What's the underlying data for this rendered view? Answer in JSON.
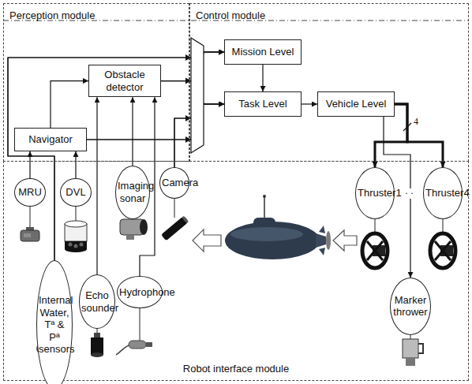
{
  "diagram": {
    "nodes": [
      {
        "text": [
          "Perception module"
        ]
      },
      {
        "text": [
          "Navigator"
        ],
        "in": 0
      },
      {
        "text": [
          "Obstacle detector"
        ],
        "in": 0
      },
      {
        "text": [
          "Control module"
        ]
      },
      {
        "text": [
          "Mission Level"
        ],
        "in": 3
      },
      {
        "text": [
          "Task Level"
        ],
        "in": 3
      },
      {
        "text": [
          "Vehicle Level"
        ],
        "in": 3
      },
      {
        "text": [
          "Robot interface module"
        ]
      },
      {
        "text": [
          "MRU"
        ],
        "in": 7
      },
      {
        "text": [
          "DVL"
        ],
        "in": 7
      },
      {
        "text": [
          "Imaging sonar"
        ],
        "in": 7
      },
      {
        "text": [
          "Camera"
        ],
        "in": 7
      },
      {
        "text": [
          "Internal Water, Tª & Pª sensors"
        ],
        "in": 7
      },
      {
        "text": [
          "Echo sounder"
        ],
        "in": 7
      },
      {
        "text": [
          "Hydrophone"
        ],
        "in": 7
      },
      {
        "text": [
          "Thruster1"
        ],
        "in": 7
      },
      {
        "text": [
          "Thruster4"
        ],
        "in": 7
      },
      {
        "text": [
          "Marker thrower"
        ],
        "in": 7
      }
    ],
    "edges": [
      {
        "from": 8,
        "to": 1,
        "arrow": "to"
      },
      {
        "from": 9,
        "to": 1,
        "arrow": "to"
      },
      {
        "from": 1,
        "to": 2,
        "arrow": "to"
      },
      {
        "from": 10,
        "to": 2,
        "arrow": "to"
      },
      {
        "from": 13,
        "to": 2,
        "arrow": "to"
      },
      {
        "from": 14,
        "to": 2,
        "arrow": "to"
      },
      {
        "from": 12,
        "to": 4,
        "arrow": "to"
      },
      {
        "from": 12,
        "to": 5,
        "arrow": "to"
      },
      {
        "from": 2,
        "to": 4,
        "arrow": "to"
      },
      {
        "from": 2,
        "to": 5,
        "arrow": "to"
      },
      {
        "from": 11,
        "to": 4,
        "arrow": "to"
      },
      {
        "from": 11,
        "to": 5,
        "arrow": "to"
      },
      {
        "from": 1,
        "to": 4,
        "arrow": "to"
      },
      {
        "from": 1,
        "to": 5,
        "arrow": "to"
      },
      {
        "from": 4,
        "to": 5,
        "arrow": "to"
      },
      {
        "from": 5,
        "to": 6,
        "arrow": "to"
      },
      {
        "from": 6,
        "to": 15,
        "arrow": "to"
      },
      {
        "from": 6,
        "to": 16,
        "arrow": "to"
      },
      {
        "from": 6,
        "to": 17,
        "arrow": "to"
      }
    ],
    "labels": [
      "4",
      "· ·"
    ]
  }
}
